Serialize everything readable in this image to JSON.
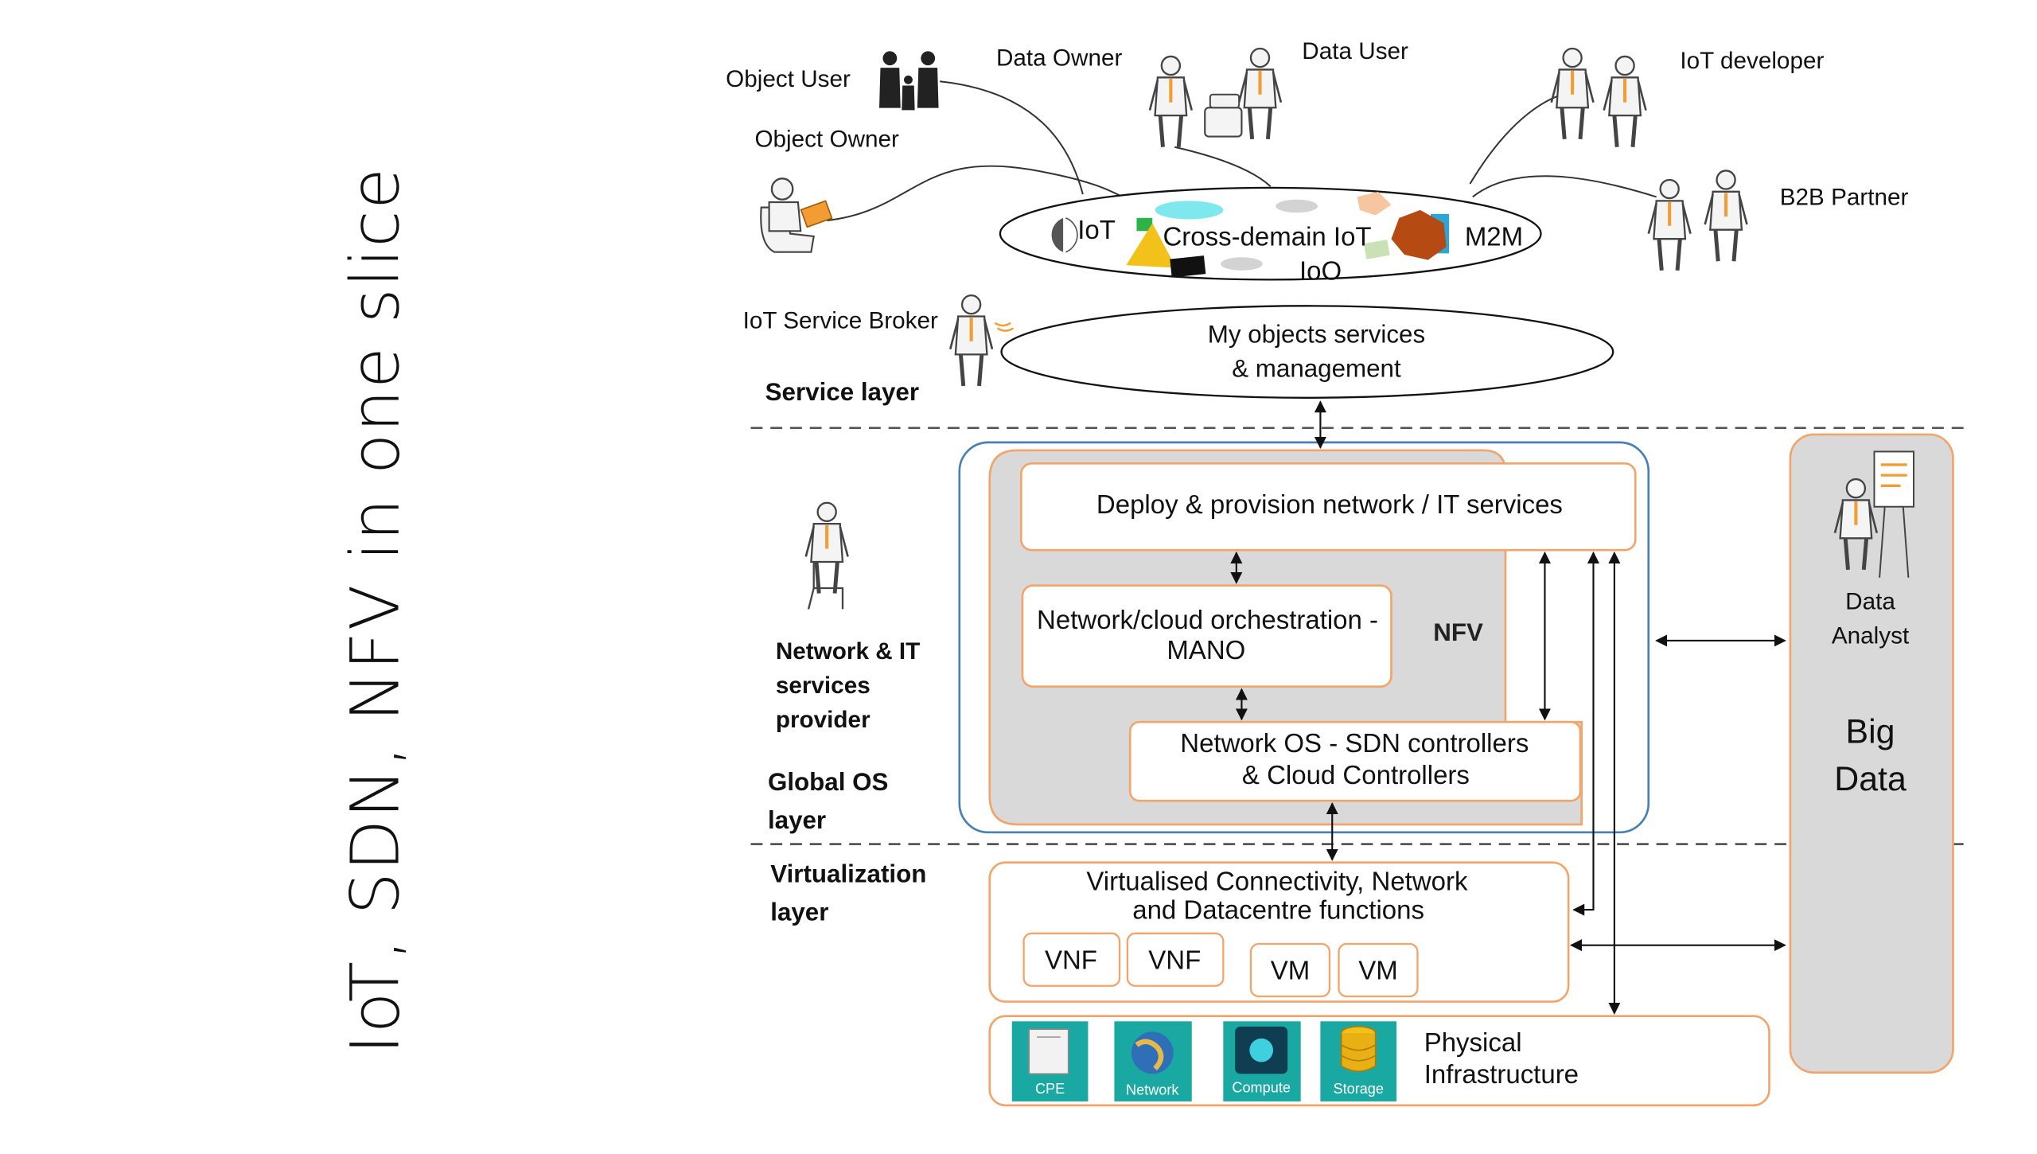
{
  "slide": {
    "title": "IoT, SDN, NFV in one slice"
  },
  "actors": {
    "object_user": "Object User",
    "data_owner": "Data Owner",
    "data_user": "Data User",
    "iot_developer": "IoT developer",
    "object_owner": "Object Owner",
    "b2b_partner": "B2B Partner",
    "iot_service_broker": "IoT Service Broker",
    "network_it_provider": [
      "Network & IT",
      "services",
      "provider"
    ],
    "data_analyst": [
      "Data",
      "Analyst"
    ]
  },
  "domains": {
    "iot": "IoT",
    "cross_domain": "Cross-demain IoT",
    "m2m": "M2M",
    "ioo": "IoO"
  },
  "layers": {
    "service": "Service layer",
    "global_os": [
      "Global OS",
      "layer"
    ],
    "virtualization": [
      "Virtualization",
      "layer"
    ]
  },
  "boxes": {
    "my_objects": [
      "My objects services",
      "& management"
    ],
    "deploy": "Deploy & provision network / IT services",
    "orchestration": [
      "Network/cloud  orchestration -",
      "MANO"
    ],
    "nfv": "NFV",
    "network_os": [
      "Network OS   - SDN controllers",
      "& Cloud Controllers"
    ],
    "virtualised": [
      "Virtualised Connectivity, Network",
      "and Datacentre functions"
    ],
    "vnf": [
      "VNF",
      "VNF"
    ],
    "vm": [
      "VM",
      "VM"
    ],
    "physical": [
      "Physical",
      "Infrastructure"
    ],
    "big_data": [
      "Big",
      "Data"
    ]
  },
  "infra_icons": [
    "CPE",
    "Network",
    "Compute",
    "Storage"
  ],
  "colors": {
    "orange": "#f2a46a",
    "blue": "#4a7fb5",
    "gray_fill": "#d9d9d9",
    "teal": "#1aa8a3",
    "black": "#111111"
  }
}
